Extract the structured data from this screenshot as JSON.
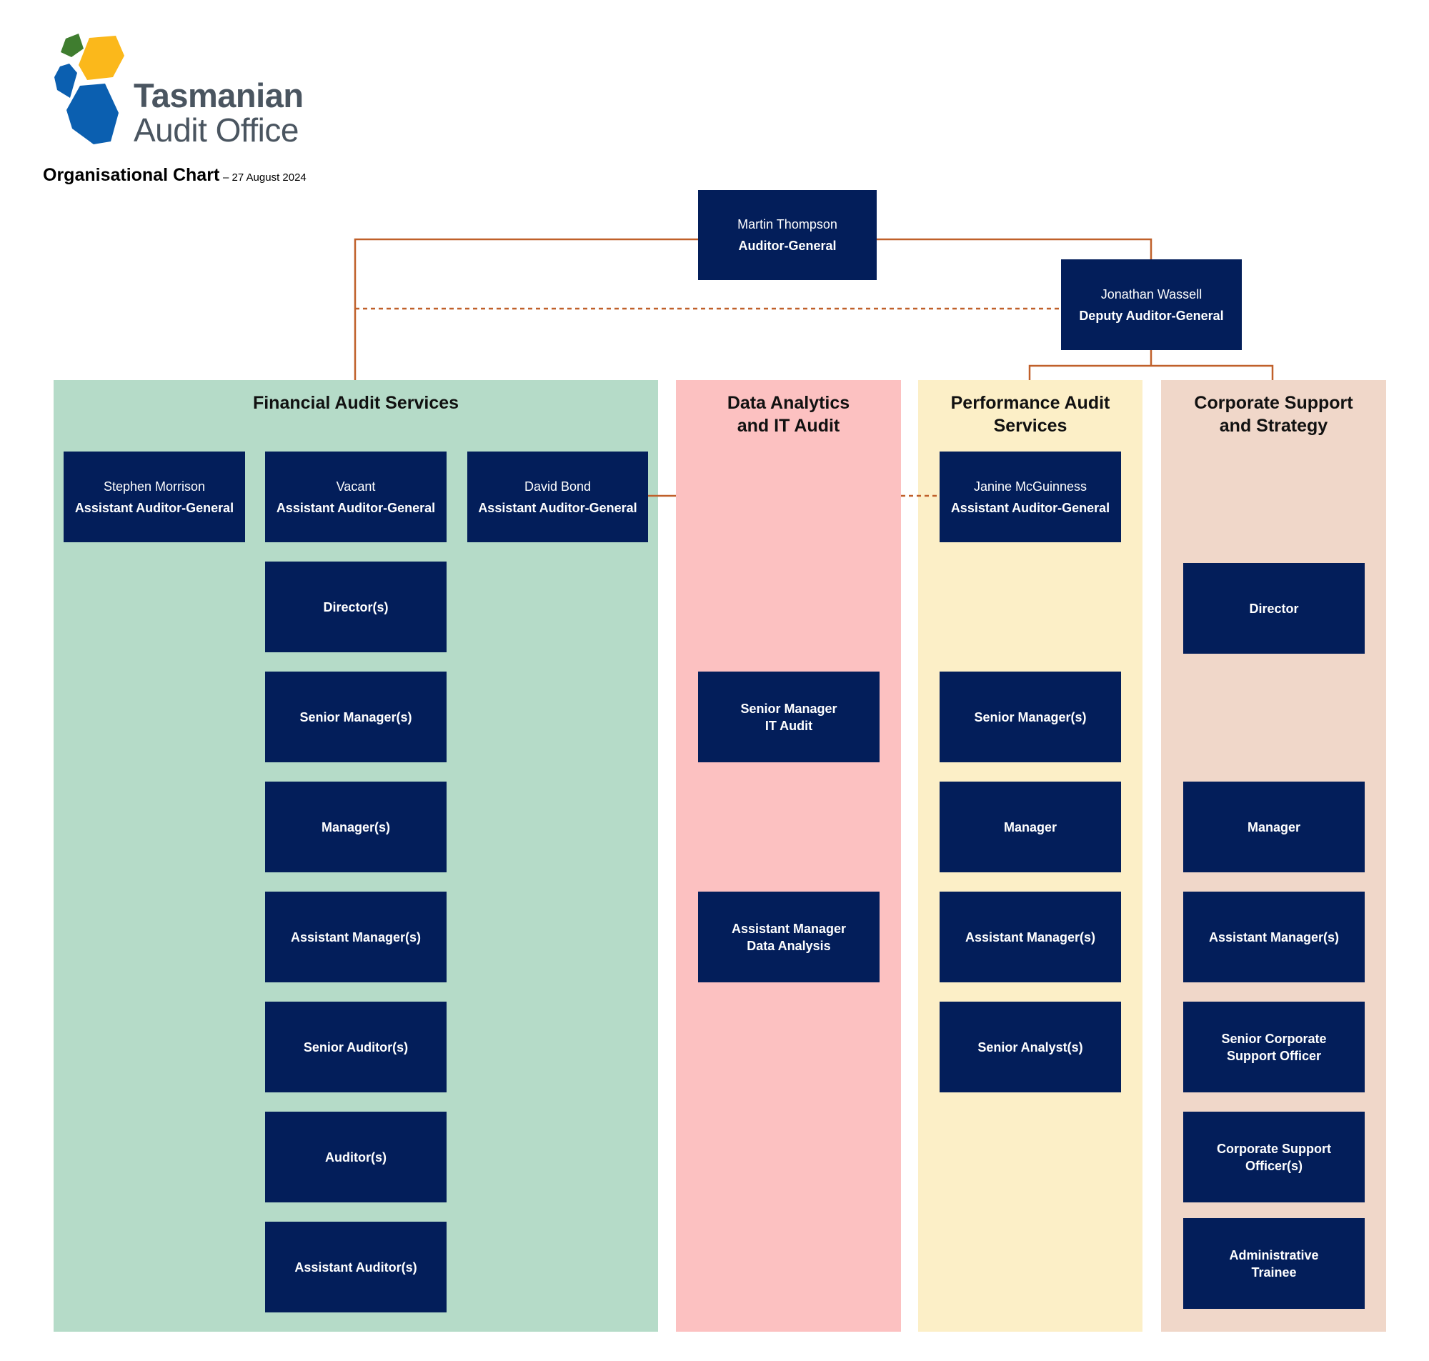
{
  "logo": {
    "line1": "Tasmanian",
    "line2": "Audit Office"
  },
  "header": {
    "title": "Organisational Chart",
    "date": "– 27 August 2024"
  },
  "colors": {
    "navy": "#031e5a",
    "connector": "#c0602a",
    "financial_bg": "#b5dbc8",
    "data_bg": "#fcc1c1",
    "performance_bg": "#fcefc7",
    "corporate_bg": "#f0d7c9",
    "logo_green": "#3f7d2f",
    "logo_yellow": "#fbb81b",
    "logo_blue": "#0b5fb0"
  },
  "executive": {
    "auditor_general": {
      "name": "Martin Thompson",
      "role": "Auditor-General"
    },
    "deputy": {
      "name": "Jonathan Wassell",
      "role": "Deputy Auditor-General"
    }
  },
  "divisions": {
    "financial": {
      "title": "Financial Audit Services",
      "leads": [
        {
          "name": "Stephen Morrison",
          "role": "Assistant Auditor-General"
        },
        {
          "name": "Vacant",
          "role": "Assistant Auditor-General"
        },
        {
          "name": "David Bond",
          "role": "Assistant Auditor-General"
        }
      ],
      "roles": [
        "Director(s)",
        "Senior Manager(s)",
        "Manager(s)",
        "Assistant Manager(s)",
        "Senior Auditor(s)",
        "Auditor(s)",
        "Assistant Auditor(s)"
      ]
    },
    "data": {
      "title": "Data Analytics\nand IT Audit",
      "roles": [
        "Senior Manager\nIT Audit",
        "Assistant Manager\nData Analysis"
      ]
    },
    "performance": {
      "title": "Performance Audit\nServices",
      "lead": {
        "name": "Janine McGuinness",
        "role": "Assistant Auditor-General"
      },
      "roles": [
        "Senior Manager(s)",
        "Manager",
        "Assistant Manager(s)",
        "Senior Analyst(s)"
      ]
    },
    "corporate": {
      "title": "Corporate Support\nand Strategy",
      "roles": [
        "Director",
        "Manager",
        "Assistant Manager(s)",
        "Senior Corporate\nSupport Officer",
        "Corporate Support\nOfficer(s)",
        "Administrative\nTrainee"
      ]
    }
  }
}
